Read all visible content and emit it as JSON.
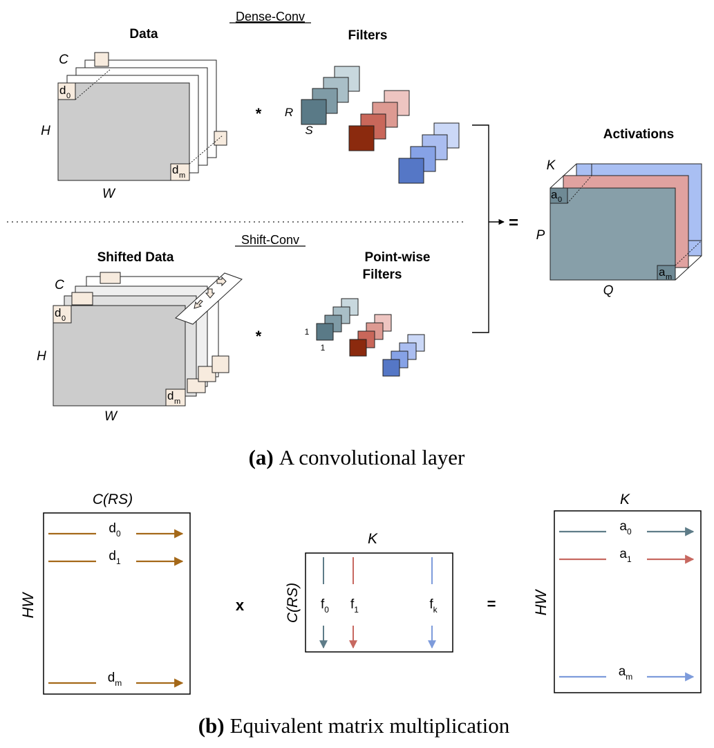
{
  "colors": {
    "data_face": "#cccccc",
    "corner_tile": "#f7ebde",
    "filter_teal": [
      "#5a7a87",
      "#7f9ba6",
      "#a9bfc7",
      "#c8d8de"
    ],
    "filter_red": [
      "#8b2a0e",
      "#c9675a",
      "#dd9a92",
      "#eec5c1"
    ],
    "filter_blue": [
      "#5577c6",
      "#86a2e6",
      "#aabdf0",
      "#cbd8f7"
    ],
    "act_teal": "#879fa9",
    "act_red": "#e0a2a0",
    "act_blue": "#a9bff3",
    "mat_brown": "#a46818",
    "mat_teal": "#5e7c88",
    "mat_red": "#c76860",
    "mat_blue": "#7d9bdb"
  },
  "part_a": {
    "dense_conv_label": "Dense-Conv",
    "shift_conv_label": "Shift-Conv",
    "data_title": "Data",
    "filters_title": "Filters",
    "activations_title": "Activations",
    "shifted_data_title": "Shifted Data",
    "pointwise_title_1": "Point-wise",
    "pointwise_title_2": "Filters",
    "dim_c": "C",
    "dim_h": "H",
    "dim_w": "W",
    "dim_r": "R",
    "dim_s": "S",
    "dim_k": "K",
    "dim_p": "P",
    "dim_q": "Q",
    "dim_one": "1",
    "sub_d": "d",
    "sub_a": "a",
    "idx_0": "0",
    "idx_m": "m",
    "op_conv": "*",
    "op_eq": "=",
    "caption_bold": "(a)",
    "caption_text": "A convolutional layer"
  },
  "part_b": {
    "data_col_label": "C(RS)",
    "data_row_label": "HW",
    "filter_col_label": "K",
    "filter_row_label": "C(RS)",
    "act_col_label": "K",
    "act_row_label": "HW",
    "op_times": "x",
    "op_eq": "=",
    "d_rows": [
      {
        "base": "d",
        "sub": "0"
      },
      {
        "base": "d",
        "sub": "1"
      },
      {
        "base": "d",
        "sub": "m"
      }
    ],
    "f_cols": [
      {
        "base": "f",
        "sub": "0"
      },
      {
        "base": "f",
        "sub": "1"
      },
      {
        "base": "f",
        "sub": "k"
      }
    ],
    "a_rows": [
      {
        "base": "a",
        "sub": "0"
      },
      {
        "base": "a",
        "sub": "1"
      },
      {
        "base": "a",
        "sub": "m"
      }
    ],
    "caption_bold": "(b)",
    "caption_text": "Equivalent matrix multiplication"
  }
}
